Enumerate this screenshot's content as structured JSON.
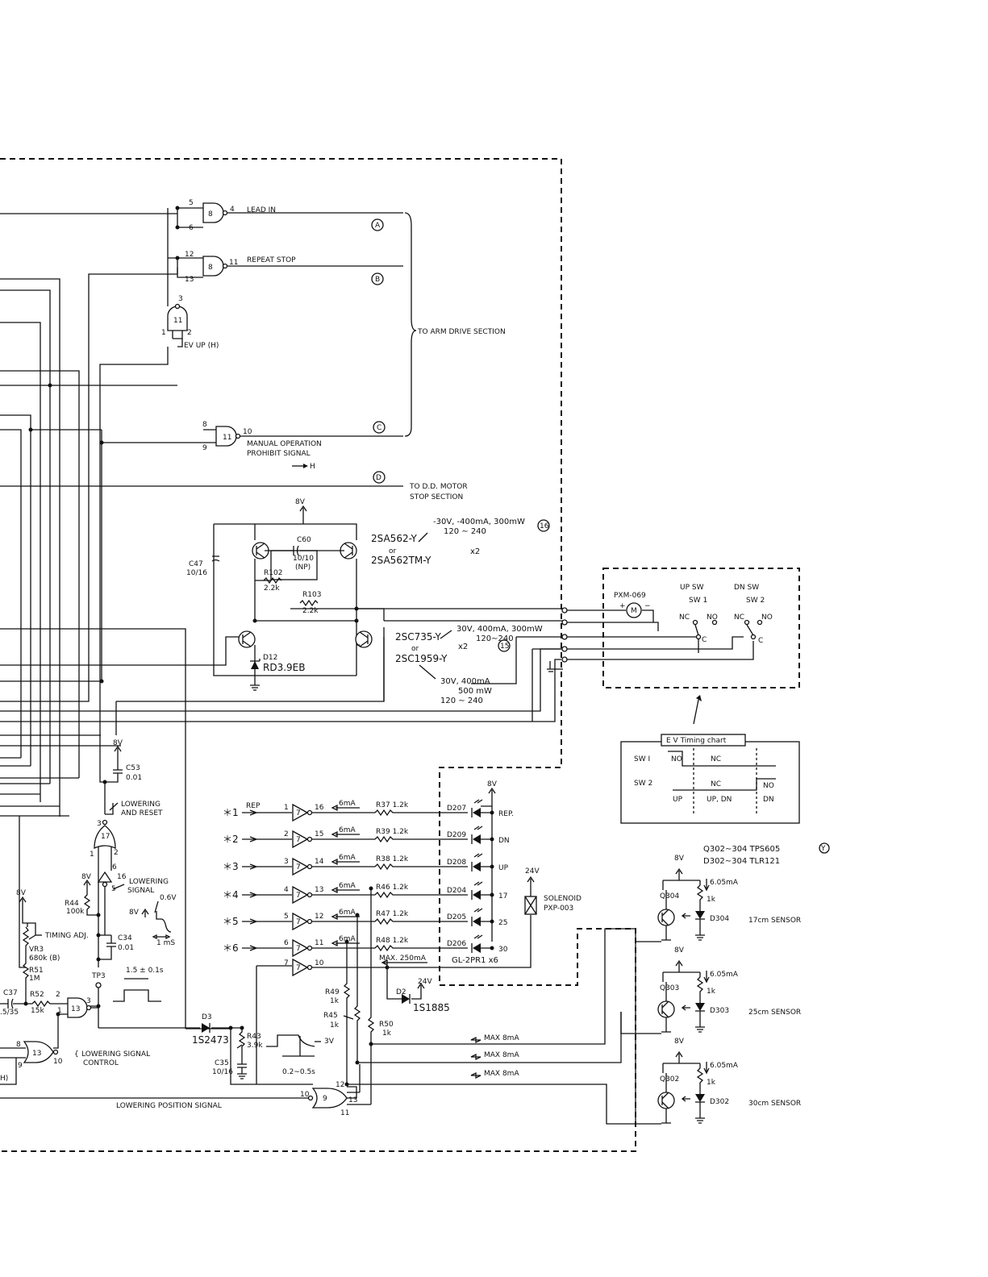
{
  "gates": {
    "g8a": {
      "label": "8",
      "pin_in1": "5",
      "pin_in2": "6",
      "pin_out": "4"
    },
    "g8b": {
      "label": "8",
      "pin_in1": "12",
      "pin_in2": "13",
      "pin_out": "11"
    },
    "g11a": {
      "label": "11",
      "pin_out": "3",
      "pin_in1": "1",
      "pin_in2": "2"
    },
    "g11b": {
      "label": "11",
      "pin_in1": "8",
      "pin_in2": "9",
      "pin_out": "10"
    },
    "g17": {
      "label": "17",
      "pin_out": "3",
      "pin_in1": "1",
      "pin_in2": "2"
    },
    "g13a": {
      "label": "13",
      "pin_in1": "2",
      "pin_in2": "1",
      "pin_out": "3"
    },
    "g13b": {
      "label": "13",
      "pin_in1": "8",
      "pin_in2": "9",
      "pin_out": "10"
    },
    "g9": {
      "label": "9",
      "pin_out": "10",
      "pin_in1": "12",
      "pin_in2": "13",
      "pin_in3": "11"
    },
    "buf16": {
      "pin_in": "6",
      "pin_out": "5",
      "pin_top": "16"
    }
  },
  "signals": {
    "lead_in": "LEAD  IN",
    "repeat_stop": "REPEAT  STOP",
    "ev_up": "EV  UP  (H)",
    "manual_op_1": "MANUAL  OPERATION",
    "manual_op_2": "PROHIBIT  SIGNAL",
    "arrow_h": "H",
    "to_arm": "TO  ARM  DRIVE  SECTION",
    "to_dd_1": "TO  D.D.  MOTOR",
    "to_dd_2": "STOP  SECTION",
    "conn_a": "A",
    "conn_b": "B",
    "conn_c": "C",
    "conn_d": "D",
    "lowering_reset_1": "LOWERING",
    "lowering_reset_2": "AND  RESET",
    "lowering_signal_1": "LOWERING",
    "lowering_signal_2": "SIGNAL",
    "lowering_control_1": "LOWERING  SIGNAL",
    "lowering_control_2": "CONTROL",
    "lowering_position": "LOWERING  POSITION  SIGNAL",
    "timing_adj": "TIMING  ADJ.",
    "h_paren": "H)"
  },
  "power": {
    "v8_a": "8V",
    "v8_b": "8V",
    "v8_c": "8V",
    "v8_d": "8V",
    "v8_e": "8V",
    "v8_f": "8V",
    "v8_g": "8V",
    "v8_h": "8V",
    "v8_i": "8V",
    "v24_a": "24V",
    "v24_b": "24V",
    "v06": "0.6V",
    "v3": "3V",
    "t1ms": "1 mS",
    "pulse_width": "1.5 ± 0.1s",
    "delay": "0.2∼0.5s",
    "tp3": "TP3"
  },
  "components": {
    "c60": "C60",
    "c60v": "10/10",
    "c60np": "(NP)",
    "c47": "C47",
    "c47v": "10/16",
    "r102": "R102",
    "r102v": "2.2k",
    "r103": "R103",
    "r103v": "2.2k",
    "d12": "D12",
    "d12v": "RD3.9EB",
    "pnp_1": "2SA562-Y",
    "pnp_or": "or",
    "pnp_2": "2SA562TM-Y",
    "pnp_x2": "x2",
    "pnp_spec_1": "-30V, -400mA, 300mW",
    "pnp_spec_2": "120 ∼ 240",
    "pnp_ref": "16",
    "npn_1": "2SC735-Y",
    "npn_or": "or",
    "npn_2": "2SC1959-Y",
    "npn_x2": "x2",
    "npn_spec_1": "30V, 400mA, 300mW",
    "npn_spec_2": "120∼240",
    "npn_ref": "15",
    "npn2_spec_1": "30V, 400mA",
    "npn2_spec_2": "500 mW",
    "npn2_spec_3": "120 ∼ 240",
    "c53": "C53",
    "c53v": "0.01",
    "r44": "R44",
    "r44v": "100k",
    "c34": "C34",
    "c34v": "0.01",
    "vr3": "VR3",
    "vr3v": "680k (B)",
    "r51": "R51",
    "r51v": "1M",
    "r52": "R52",
    "r52v": "15k",
    "c37": "C37",
    "c37v": ".5/35",
    "d3": "D3",
    "d3v": "1S2473",
    "r43": "R43",
    "r43v": "3.9k",
    "c35": "C35",
    "c35v": "10/16",
    "r49": "R49",
    "r49v": "1k",
    "r45": "R45",
    "r45v": "1k",
    "r50": "R50",
    "r50v": "1k",
    "d2": "D2",
    "d2v": "1S1885",
    "max250": "MAX. 250mA",
    "max8a": "MAX 8mA",
    "max8b": "MAX 8mA",
    "max8c": "MAX 8mA",
    "solenoid_1": "SOLENOID",
    "solenoid_2": "PXP-003",
    "led_part": "GL-2PR1  x6",
    "motor": "PXM-069",
    "motor_sym": "M",
    "up_sw": "UP  SW",
    "sw1": "SW 1",
    "dn_sw": "DN  SW",
    "sw2": "SW 2",
    "nc": "NC",
    "no": "NO",
    "c": "C"
  },
  "led_rows": [
    {
      "star": "＊1",
      "tag": "REP",
      "pin_in": "1",
      "pin_out": "16",
      "current": "6mA",
      "resistor": "R37  1.2k",
      "led": "D207",
      "out": "REP."
    },
    {
      "star": "＊2",
      "tag": "",
      "pin_in": "2",
      "pin_out": "15",
      "current": "6mA",
      "resistor": "R39  1.2k",
      "led": "D209",
      "out": "DN"
    },
    {
      "star": "＊3",
      "tag": "",
      "pin_in": "3",
      "pin_out": "14",
      "current": "6mA",
      "resistor": "R38  1.2k",
      "led": "D208",
      "out": "UP"
    },
    {
      "star": "＊4",
      "tag": "",
      "pin_in": "4",
      "pin_out": "13",
      "current": "6mA",
      "resistor": "R46  1.2k",
      "led": "D204",
      "out": "17"
    },
    {
      "star": "＊5",
      "tag": "",
      "pin_in": "5",
      "pin_out": "12",
      "current": "6mA",
      "resistor": "R47  1.2k",
      "led": "D205",
      "out": "25"
    },
    {
      "star": "＊6",
      "tag": "",
      "pin_in": "6",
      "pin_out": "11",
      "current": "6mA",
      "resistor": "R48  1.2k",
      "led": "D206",
      "out": "30"
    }
  ],
  "buf7": {
    "label": "7",
    "pin_in": "7",
    "pin_out": "10"
  },
  "sensors_header": {
    "line1": "Q302∼304  TPS605",
    "y": "Y",
    "line2": "D302∼304  TLR121"
  },
  "sensors": [
    {
      "q": "Q304",
      "d": "D304",
      "r": "1k",
      "i": "6.05mA",
      "cm": "17cm",
      "label": "SENSOR"
    },
    {
      "q": "Q303",
      "d": "D303",
      "r": "1k",
      "i": "6.05mA",
      "cm": "25cm",
      "label": "SENSOR"
    },
    {
      "q": "Q302",
      "d": "D302",
      "r": "1k",
      "i": "6.05mA",
      "cm": "30cm",
      "label": "SENSOR"
    }
  ],
  "timing_chart": {
    "title": "E V  Timing chart",
    "sw1": "SW I",
    "sw2": "SW 2",
    "sw1_no": "NO",
    "sw1_nc": "NC",
    "sw2_nc": "NC",
    "sw2_no": "NO",
    "up": "UP",
    "updn": "UP,  DN",
    "dn": "DN"
  }
}
